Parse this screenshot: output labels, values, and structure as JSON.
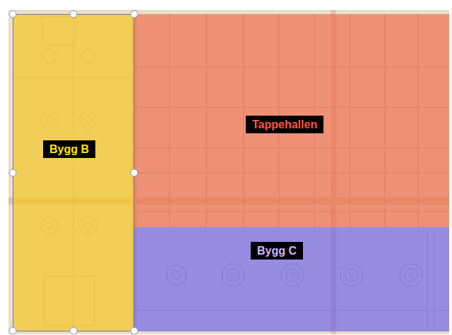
{
  "diagram": {
    "nodes": [
      {
        "text": [
          "Bygg B"
        ]
      },
      {
        "text": [
          "Tappehallen"
        ]
      },
      {
        "text": [
          "Bygg C"
        ]
      }
    ]
  }
}
